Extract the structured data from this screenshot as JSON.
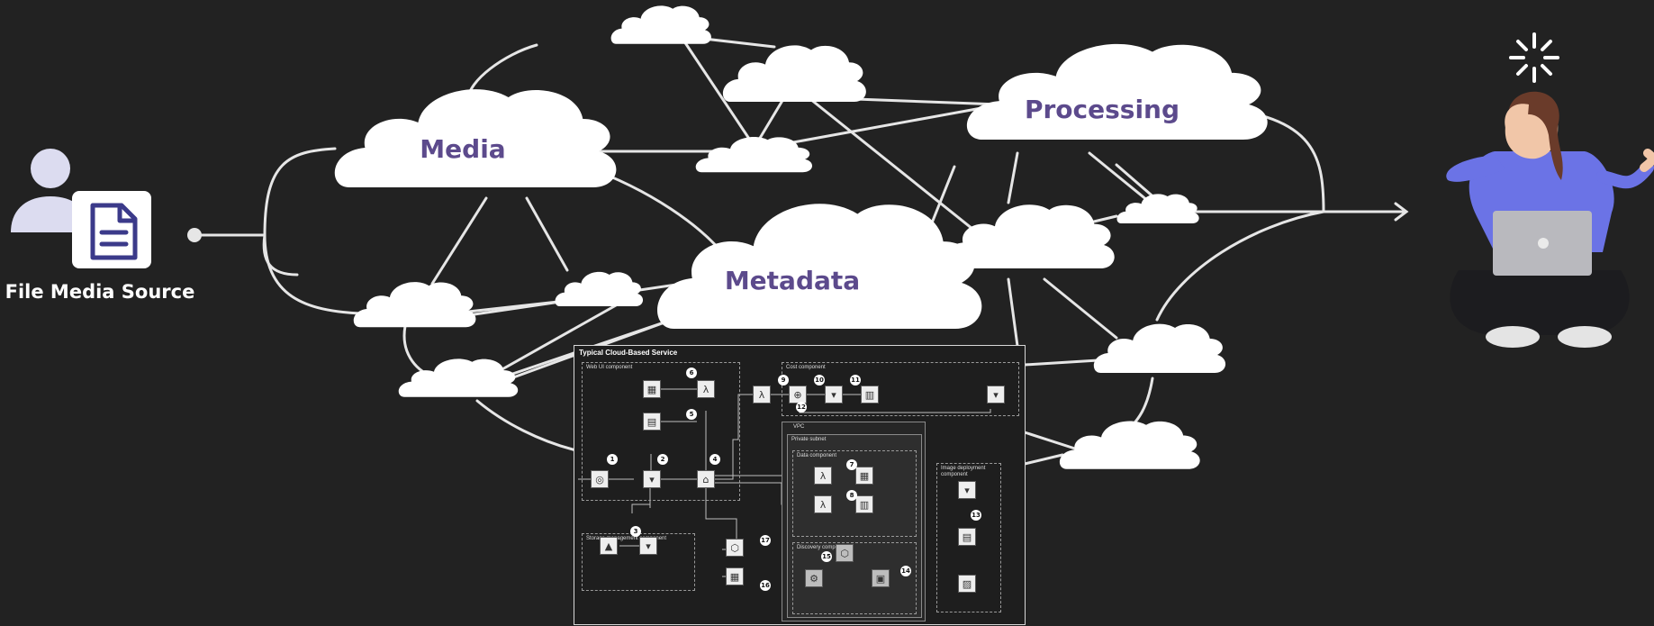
{
  "source": {
    "label": "File Media Source",
    "icon": "document-user-icon"
  },
  "clouds": {
    "media": "Media",
    "processing": "Processing",
    "metadata": "Metadata"
  },
  "user": {
    "icon": "frustrated-woman-laptop-icon",
    "status_icon": "loading-spinner-icon"
  },
  "service_panel": {
    "title": "Typical Cloud-Based Service",
    "components": {
      "web_ui": "Web UI component",
      "cost": "Cost component",
      "vpc": "VPC",
      "private_subnet": "Private subnet",
      "data": "Data component",
      "discovery": "Discovery component",
      "storage": "Storage management component",
      "image_deployment": "Image deployment component"
    },
    "steps": [
      "1",
      "2",
      "3",
      "4",
      "5",
      "6",
      "7",
      "8",
      "9",
      "10",
      "11",
      "12",
      "13",
      "14",
      "15",
      "16",
      "17"
    ]
  },
  "colors": {
    "background": "#222222",
    "cloud": "#ffffff",
    "cloud_text": "#5c4a8c",
    "line": "#e6e6e6"
  }
}
